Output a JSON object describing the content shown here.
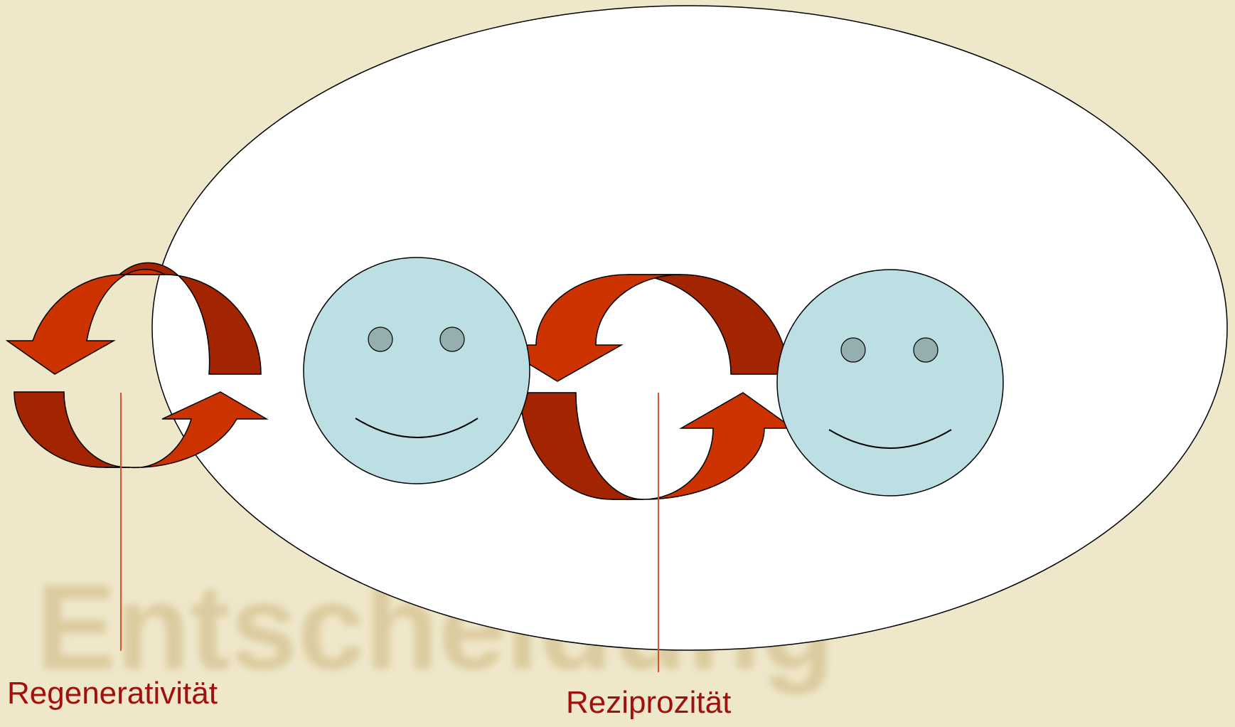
{
  "labels": {
    "regenerativitaet": "Regenerativität",
    "reziprozitaet": "Reziprozität"
  },
  "background_watermark": "Entscheidung",
  "colors": {
    "background": "#efe7c9",
    "ellipse_fill": "#ffffff",
    "face_fill": "#bcdfe3",
    "eye_fill": "#95aeb0",
    "arrow_light": "#cc3300",
    "arrow_dark": "#a32400",
    "leader_line": "#d9542a",
    "label_text": "#a0100c"
  },
  "icons": [
    "smiley-face-icon",
    "smiley-face-icon",
    "cycle-arrows-icon",
    "cycle-arrows-icon"
  ]
}
